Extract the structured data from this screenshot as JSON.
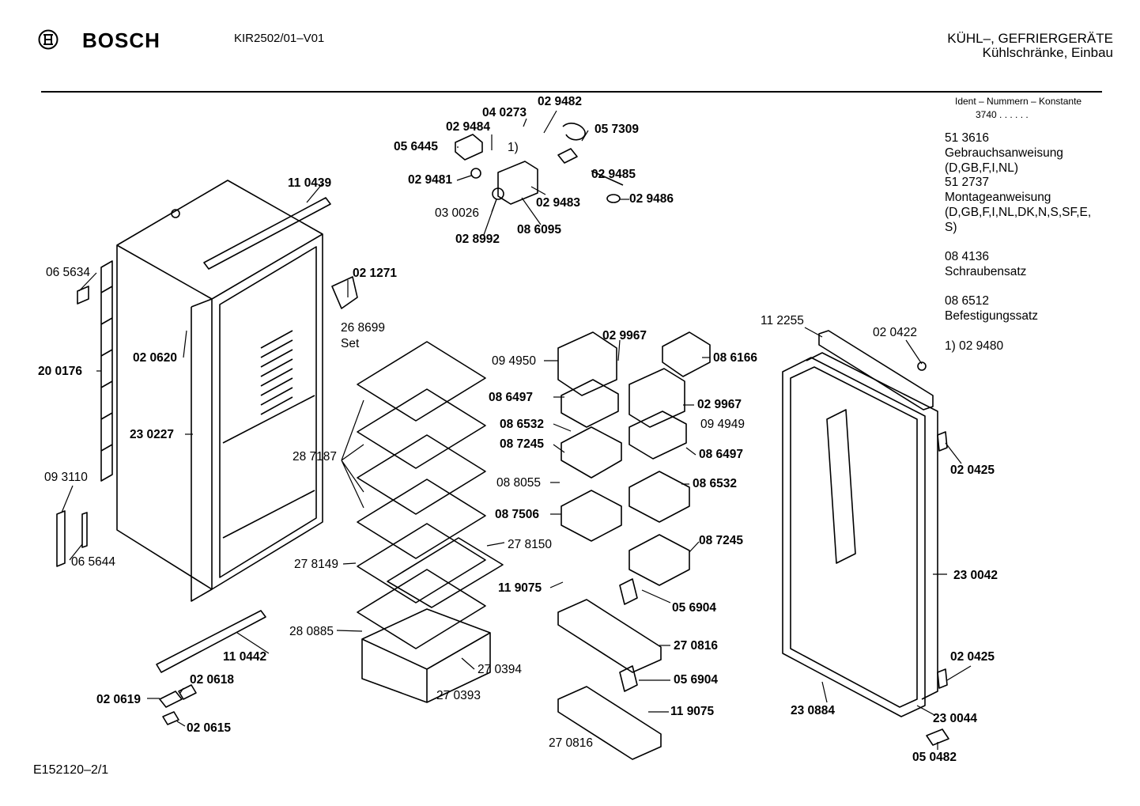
{
  "header": {
    "brand": "BOSCH",
    "model": "KIR2502/01–V01",
    "category_line1": "KÜHL–, GEFRIERGERÄTE",
    "category_line2": "Kühlschränke, Einbau"
  },
  "ident": {
    "heading": "Ident – Nummern – Konstante",
    "value": "3740  .  .   .  .  .  ."
  },
  "info_lines": [
    "51 3616",
    "Gebrauchsanweisung",
    "(D,GB,F,I,NL)",
    "51 2737",
    "Montageanweisung",
    "(D,GB,F,I,NL,DK,N,S,SF,E,",
    "S)",
    "08 4136",
    "Schraubensatz",
    "08 6512",
    "Befestigungssatz",
    "1)  02 9480"
  ],
  "footer": "E152120–2/1",
  "callouts": [
    {
      "text": "02 9482",
      "bold": true
    },
    {
      "text": "04 0273",
      "bold": true
    },
    {
      "text": "02 9484",
      "bold": true
    },
    {
      "text": "05 7309",
      "bold": true
    },
    {
      "text": "05 6445",
      "bold": true
    },
    {
      "text": "1)",
      "bold": false
    },
    {
      "text": "02 9485",
      "bold": true
    },
    {
      "text": "02 9481",
      "bold": true
    },
    {
      "text": "02 9483",
      "bold": true
    },
    {
      "text": "02 9486",
      "bold": true
    },
    {
      "text": "03 0026",
      "bold": false
    },
    {
      "text": "08 6095",
      "bold": true
    },
    {
      "text": "02 8992",
      "bold": true
    },
    {
      "text": "11 0439",
      "bold": true
    },
    {
      "text": "06 5634",
      "bold": false
    },
    {
      "text": "02 1271",
      "bold": true
    },
    {
      "text": "26 8699",
      "bold": false
    },
    {
      "text": "Set",
      "bold": false
    },
    {
      "text": "02 0620",
      "bold": true
    },
    {
      "text": "20 0176",
      "bold": true
    },
    {
      "text": "23 0227",
      "bold": true
    },
    {
      "text": "28 7187",
      "bold": false
    },
    {
      "text": "09 3110",
      "bold": false
    },
    {
      "text": "06 5644",
      "bold": false
    },
    {
      "text": "02 9967",
      "bold": true
    },
    {
      "text": "08 6166",
      "bold": true
    },
    {
      "text": "09 4950",
      "bold": false
    },
    {
      "text": "08 6497",
      "bold": true
    },
    {
      "text": "02 9967",
      "bold": true
    },
    {
      "text": "09 4949",
      "bold": false
    },
    {
      "text": "08 6532",
      "bold": true
    },
    {
      "text": "08 7245",
      "bold": true
    },
    {
      "text": "08 6497",
      "bold": true
    },
    {
      "text": "08 8055",
      "bold": false
    },
    {
      "text": "08 6532",
      "bold": true
    },
    {
      "text": "08 7506",
      "bold": true
    },
    {
      "text": "08 7245",
      "bold": true
    },
    {
      "text": "27 8150",
      "bold": false
    },
    {
      "text": "27 8149",
      "bold": false
    },
    {
      "text": "11 9075",
      "bold": true
    },
    {
      "text": "05 6904",
      "bold": true
    },
    {
      "text": "28 0885",
      "bold": false
    },
    {
      "text": "27 0816",
      "bold": true
    },
    {
      "text": "11 0442",
      "bold": true
    },
    {
      "text": "27 0394",
      "bold": false
    },
    {
      "text": "02 0618",
      "bold": true
    },
    {
      "text": "27 0393",
      "bold": false
    },
    {
      "text": "05 6904",
      "bold": true
    },
    {
      "text": "02 0619",
      "bold": true
    },
    {
      "text": "11 9075",
      "bold": true
    },
    {
      "text": "02 0615",
      "bold": true
    },
    {
      "text": "27 0816",
      "bold": false
    },
    {
      "text": "11 2255",
      "bold": false
    },
    {
      "text": "02 0422",
      "bold": false
    },
    {
      "text": "02 0425",
      "bold": true
    },
    {
      "text": "23 0042",
      "bold": true
    },
    {
      "text": "02 0425",
      "bold": true
    },
    {
      "text": "23 0884",
      "bold": true
    },
    {
      "text": "23 0044",
      "bold": true
    },
    {
      "text": "05 0482",
      "bold": true
    }
  ]
}
